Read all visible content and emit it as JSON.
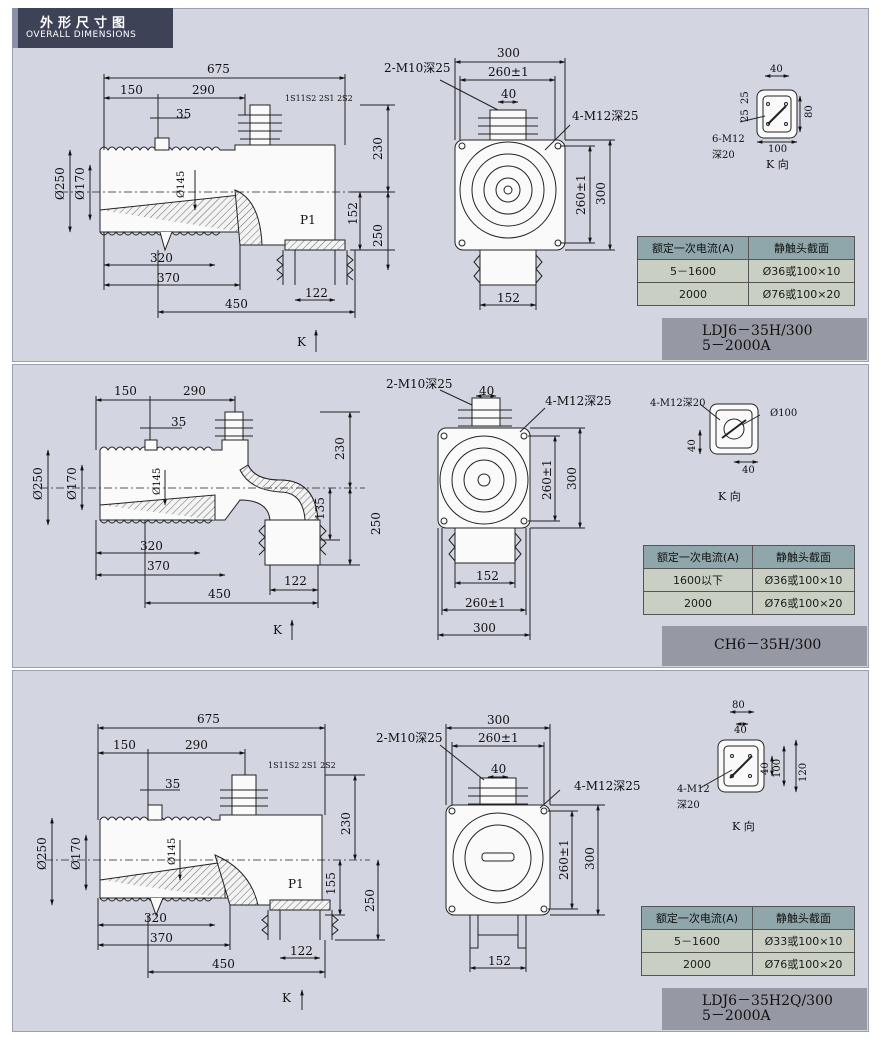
{
  "header": {
    "title_cn": "外形尺寸图",
    "title_en": "OVERALL DIMENSIONS"
  },
  "sections": [
    {
      "model_line1": "LDJ6－35H/300",
      "model_line2": "5－2000A",
      "table": {
        "col1": "额定一次电流(A)",
        "col2": "静触头截面",
        "rows": [
          {
            "current": "5－1600",
            "section": "Ø36或100×10"
          },
          {
            "current": "2000",
            "section": "Ø76或100×20"
          }
        ]
      },
      "side": {
        "d675": "675",
        "d150": "150",
        "d290": "290",
        "d35": "35",
        "d230": "230",
        "d152": "152",
        "d250": "250",
        "d320": "320",
        "d370": "370",
        "d450": "450",
        "d122": "122",
        "phi250": "Ø250",
        "phi170": "Ø170",
        "phi145": "Ø145",
        "p1": "P1",
        "terms": "1S11S2 2S1 2S2",
        "k": "K"
      },
      "front": {
        "d300": "300",
        "d260": "260±1",
        "d40": "40",
        "m10": "2-M10深25",
        "m12": "4-M12深25",
        "v260": "260±1",
        "v300": "300",
        "d152": "152"
      },
      "kview": {
        "d40": "40",
        "d25a": "25",
        "d25b": "25",
        "d80": "80",
        "d100": "100",
        "m12": "6-M12",
        "deep": "深20",
        "label": "K 向"
      }
    },
    {
      "model_line1": "CH6－35H/300",
      "model_line2": "",
      "table": {
        "col1": "额定一次电流(A)",
        "col2": "静触头截面",
        "rows": [
          {
            "current": "1600以下",
            "section": "Ø36或100×10"
          },
          {
            "current": "2000",
            "section": "Ø76或100×20"
          }
        ]
      },
      "side": {
        "d150": "150",
        "d290": "290",
        "d35": "35",
        "d230": "230",
        "d135": "135",
        "d250": "250",
        "d320": "320",
        "d370": "370",
        "d450": "450",
        "d122": "122",
        "phi250": "Ø250",
        "phi170": "Ø170",
        "phi145": "Ø145",
        "k": "K"
      },
      "front": {
        "m10": "2-M10深25",
        "d40": "40",
        "m12": "4-M12深25",
        "v260": "260±1",
        "v300": "300",
        "d152": "152",
        "d260": "260±1",
        "d300": "300"
      },
      "kview": {
        "m12": "4-M12深20",
        "phi": "Ø100",
        "d40a": "40",
        "d40b": "40",
        "label": "K  向"
      }
    },
    {
      "model_line1": "LDJ6－35H2Q/300",
      "model_line2": "5－2000A",
      "table": {
        "col1": "额定一次电流(A)",
        "col2": "静触头截面",
        "rows": [
          {
            "current": "5－1600",
            "section": "Ø33或100×10"
          },
          {
            "current": "2000",
            "section": "Ø76或100×20"
          }
        ]
      },
      "side": {
        "d675": "675",
        "d150": "150",
        "d290": "290",
        "d35": "35",
        "d230": "230",
        "d155": "155",
        "d250": "250",
        "d320": "320",
        "d370": "370",
        "d450": "450",
        "d122": "122",
        "phi250": "Ø250",
        "phi170": "Ø170",
        "phi145": "Ø145",
        "p1": "P1",
        "terms": "1S11S2 2S1 2S2",
        "k": "K"
      },
      "front": {
        "d300": "300",
        "d260": "260±1",
        "d40": "40",
        "m10": "2-M10深25",
        "m12": "4-M12深25",
        "v260": "260±1",
        "v300": "300",
        "d152": "152"
      },
      "kview": {
        "d80": "80",
        "d40": "40",
        "d40b": "40",
        "d100": "100",
        "d120": "120",
        "m12": "4-M12",
        "deep": "深20",
        "label": "K 向"
      }
    }
  ]
}
